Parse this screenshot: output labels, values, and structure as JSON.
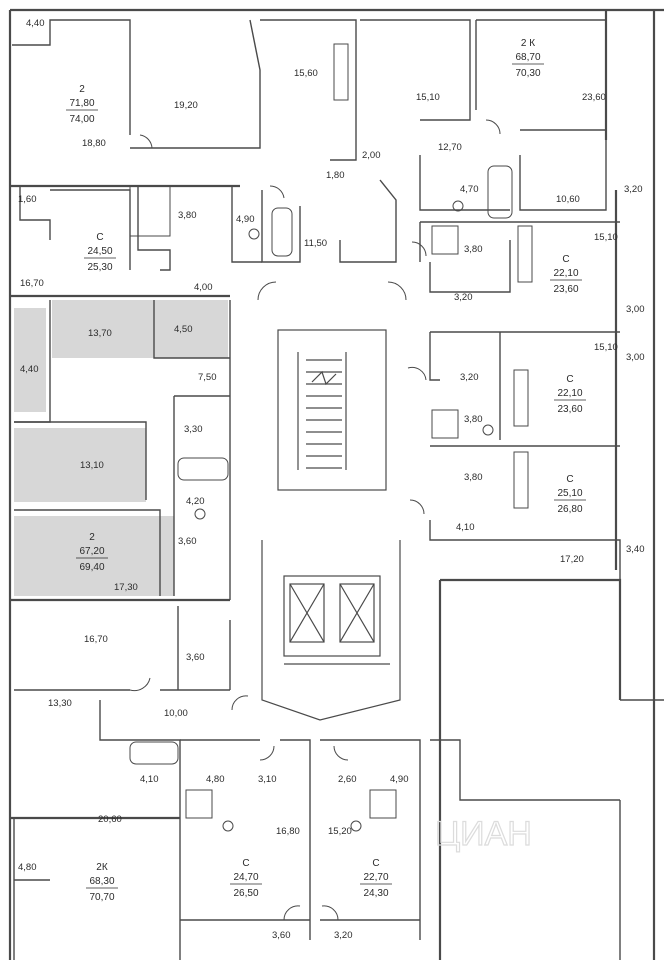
{
  "watermark": "ЦИАН",
  "colors": {
    "wall": "#4a4a4a",
    "highlight": "#d7d7d7",
    "background": "#ffffff",
    "text": "#2b2b2b"
  },
  "areas": [
    {
      "id": "a1",
      "text": "4,40"
    },
    {
      "id": "a2",
      "text": "19,20"
    },
    {
      "id": "a3",
      "text": "15,60"
    },
    {
      "id": "a4",
      "text": "15,10"
    },
    {
      "id": "a5",
      "text": "23,60"
    },
    {
      "id": "a6",
      "text": "18,80"
    },
    {
      "id": "a7",
      "text": "12,70"
    },
    {
      "id": "a8",
      "text": "2,00"
    },
    {
      "id": "a9",
      "text": "1,80"
    },
    {
      "id": "a10",
      "text": "4,70"
    },
    {
      "id": "a11",
      "text": "10,60"
    },
    {
      "id": "a12",
      "text": "3,20"
    },
    {
      "id": "a13",
      "text": "1,60"
    },
    {
      "id": "a14",
      "text": "3,80"
    },
    {
      "id": "a15",
      "text": "4,90"
    },
    {
      "id": "a16",
      "text": "11,50"
    },
    {
      "id": "a17",
      "text": "15,10"
    },
    {
      "id": "a18",
      "text": "3,80"
    },
    {
      "id": "a19",
      "text": "16,70"
    },
    {
      "id": "a20",
      "text": "4,00"
    },
    {
      "id": "a21",
      "text": "3,20"
    },
    {
      "id": "a22",
      "text": "3,00"
    },
    {
      "id": "a23",
      "text": "13,70"
    },
    {
      "id": "a24",
      "text": "4,50"
    },
    {
      "id": "a25",
      "text": "4,40"
    },
    {
      "id": "a26",
      "text": "7,50"
    },
    {
      "id": "a27",
      "text": "15,10"
    },
    {
      "id": "a28",
      "text": "3,00"
    },
    {
      "id": "a29",
      "text": "3,20"
    },
    {
      "id": "a30",
      "text": "3,30"
    },
    {
      "id": "a31",
      "text": "3,80"
    },
    {
      "id": "a32",
      "text": "13,10"
    },
    {
      "id": "a33",
      "text": "3,80"
    },
    {
      "id": "a34",
      "text": "4,20"
    },
    {
      "id": "a35",
      "text": "3,60"
    },
    {
      "id": "a36",
      "text": "4,10"
    },
    {
      "id": "a37",
      "text": "17,30"
    },
    {
      "id": "a38",
      "text": "17,20"
    },
    {
      "id": "a39",
      "text": "3,40"
    },
    {
      "id": "a40",
      "text": "16,70"
    },
    {
      "id": "a41",
      "text": "3,60"
    },
    {
      "id": "a42",
      "text": "13,30"
    },
    {
      "id": "a43",
      "text": "10,00"
    },
    {
      "id": "a44",
      "text": "4,10"
    },
    {
      "id": "a45",
      "text": "4,80"
    },
    {
      "id": "a46",
      "text": "3,10"
    },
    {
      "id": "a47",
      "text": "2,60"
    },
    {
      "id": "a48",
      "text": "4,90"
    },
    {
      "id": "a49",
      "text": "20,60"
    },
    {
      "id": "a50",
      "text": "16,80"
    },
    {
      "id": "a51",
      "text": "15,20"
    },
    {
      "id": "a52",
      "text": "4,80"
    },
    {
      "id": "a53",
      "text": "3,60"
    },
    {
      "id": "a54",
      "text": "3,20"
    }
  ],
  "apartments": [
    {
      "id": "p1",
      "type": "2",
      "living": "71,80",
      "total": "74,00"
    },
    {
      "id": "p2",
      "type": "2 К",
      "living": "68,70",
      "total": "70,30"
    },
    {
      "id": "p3",
      "type": "С",
      "living": "24,50",
      "total": "25,30"
    },
    {
      "id": "p4",
      "type": "С",
      "living": "22,10",
      "total": "23,60"
    },
    {
      "id": "p5",
      "type": "С",
      "living": "22,10",
      "total": "23,60"
    },
    {
      "id": "p6",
      "type": "С",
      "living": "25,10",
      "total": "26,80"
    },
    {
      "id": "p7",
      "type": "2",
      "living": "67,20",
      "total": "69,40"
    },
    {
      "id": "p8",
      "type": "2К",
      "living": "68,30",
      "total": "70,70"
    },
    {
      "id": "p9",
      "type": "С",
      "living": "24,70",
      "total": "26,50"
    },
    {
      "id": "p10",
      "type": "С",
      "living": "22,70",
      "total": "24,30"
    }
  ]
}
